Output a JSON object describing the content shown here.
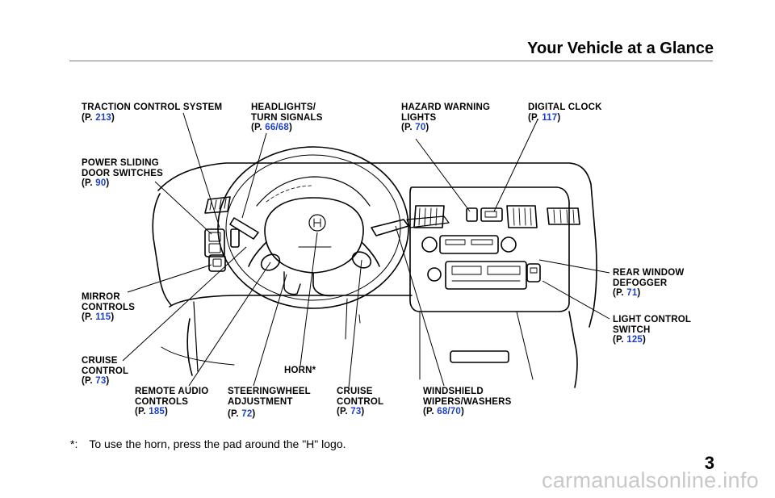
{
  "header": {
    "title": "Your Vehicle at a Glance"
  },
  "callouts": [
    {
      "id": "traction-control",
      "lines": [
        "TRACTION CONTROL SYSTEM"
      ],
      "ref_prefix": "(P. ",
      "ref": "213",
      "ref_suffix": ")"
    },
    {
      "id": "headlights",
      "lines": [
        "HEADLIGHTS/",
        "TURN SIGNALS"
      ],
      "ref_prefix": "(P. ",
      "ref": "66/68",
      "ref_suffix": ")"
    },
    {
      "id": "hazard",
      "lines": [
        "HAZARD WARNING",
        "LIGHTS"
      ],
      "ref_prefix": "(P. ",
      "ref": "70",
      "ref_suffix": ")"
    },
    {
      "id": "clock",
      "lines": [
        "DIGITAL CLOCK"
      ],
      "ref_prefix": "(P. ",
      "ref": "117",
      "ref_suffix": ")"
    },
    {
      "id": "sliding-door",
      "lines": [
        "POWER SLIDING",
        "DOOR SWITCHES"
      ],
      "ref_prefix": "(P. ",
      "ref": "90",
      "ref_suffix": ")"
    },
    {
      "id": "rear-defogger",
      "lines": [
        "REAR WINDOW",
        "DEFOGGER"
      ],
      "ref_prefix": "(P. ",
      "ref": "71",
      "ref_suffix": ")"
    },
    {
      "id": "mirror",
      "lines": [
        "MIRROR",
        "CONTROLS"
      ],
      "ref_prefix": "(P. ",
      "ref": "115",
      "ref_suffix": ")"
    },
    {
      "id": "light-control",
      "lines": [
        "LIGHT CONTROL",
        "SWITCH"
      ],
      "ref_prefix": "(P. ",
      "ref": "125",
      "ref_suffix": ")"
    },
    {
      "id": "cruise-left",
      "lines": [
        "CRUISE",
        "CONTROL"
      ],
      "ref_prefix": "(P. ",
      "ref": "73",
      "ref_suffix": ")"
    },
    {
      "id": "horn",
      "lines": [
        "HORN*"
      ],
      "ref_prefix": "",
      "ref": "",
      "ref_suffix": ""
    },
    {
      "id": "remote-audio",
      "lines": [
        "REMOTE AUDIO",
        "CONTROLS"
      ],
      "ref_prefix": "(P. ",
      "ref": "185",
      "ref_suffix": ")"
    },
    {
      "id": "steering-wheel",
      "lines": [
        "STEERINGWHEEL",
        "ADJUSTMENT"
      ],
      "ref_prefix": "(P. ",
      "ref": "72",
      "ref_suffix": ")"
    },
    {
      "id": "cruise-bottom",
      "lines": [
        "CRUISE",
        "CONTROL"
      ],
      "ref_prefix": "(P. ",
      "ref": "73",
      "ref_suffix": ")"
    },
    {
      "id": "wipers",
      "lines": [
        "WINDSHIELD",
        "WIPERS/WASHERS"
      ],
      "ref_prefix": "(P. ",
      "ref": "68/70",
      "ref_suffix": ")"
    }
  ],
  "footnote": {
    "marker": "*:",
    "text": "To use the horn, press the pad around the \"H\" logo."
  },
  "page_number": "3",
  "watermark": "carmanualsonline.info",
  "colors": {
    "reference_link": "#1a3fd0",
    "rule": "#777777",
    "watermark": "#c8c8c8"
  }
}
